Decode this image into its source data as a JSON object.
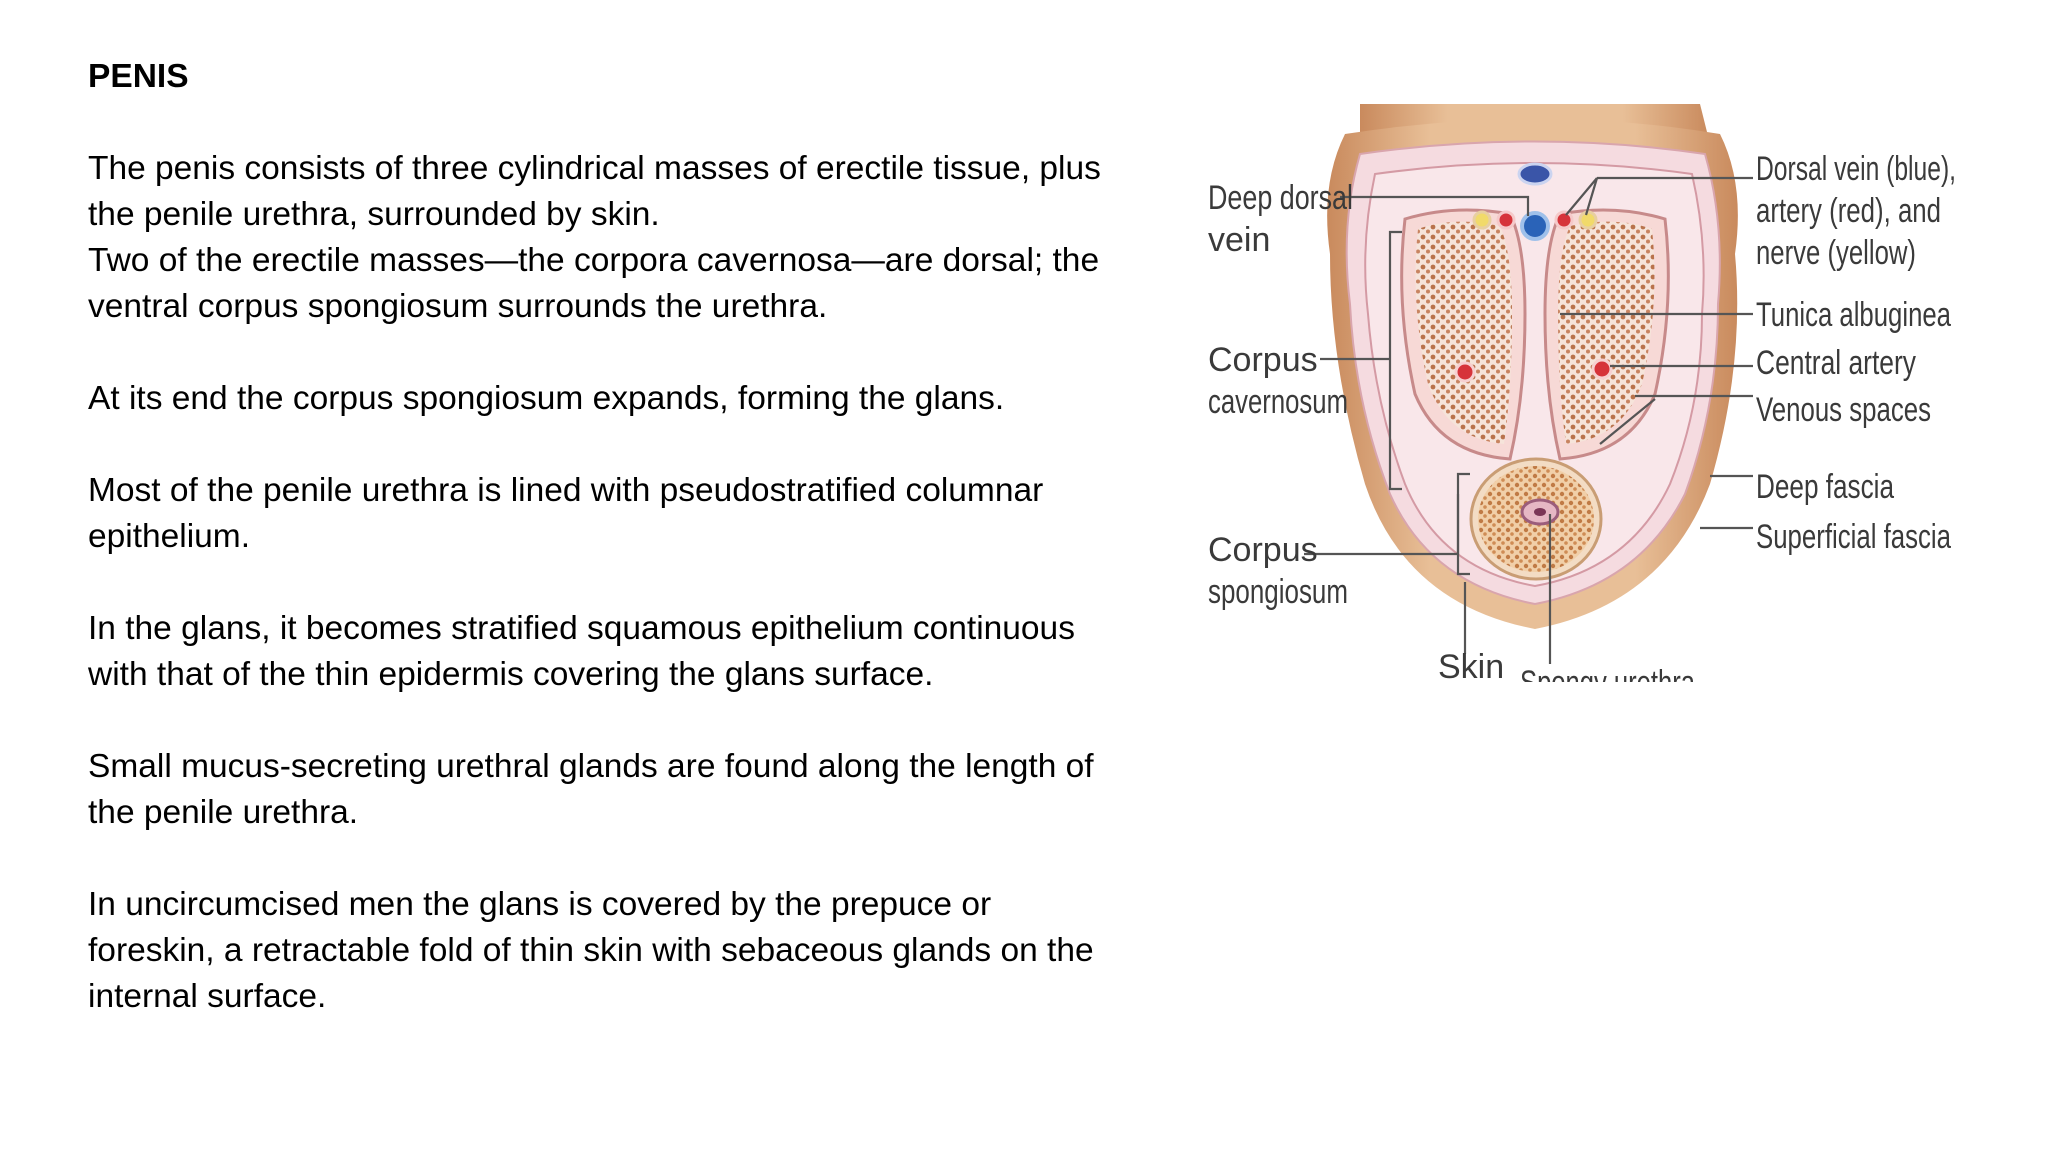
{
  "slide": {
    "title": "PENIS",
    "paragraphs": [
      [
        "The penis consists of three cylindrical masses of erectile tissue, plus the penile urethra, surrounded by skin.",
        "Two of the erectile masses—the corpora cavernosa—are dorsal; the ventral corpus spongiosum surrounds the urethra."
      ],
      [
        "At its end the corpus spongiosum expands, forming the glans."
      ],
      [
        "Most of the penile urethra is lined with pseudostratified columnar epithelium."
      ],
      [
        "In the glans, it becomes stratified squamous epithelium continuous with that of the thin epidermis covering the glans surface."
      ],
      [
        "Small mucus-secreting urethral glands are found along the length of the penile urethra."
      ],
      [
        "In uncircumcised men the glans is covered by the prepuce or foreskin, a retractable fold of thin skin with sebaceous glands on the internal surface."
      ]
    ]
  },
  "figure": {
    "labels": {
      "deep_dorsal_vein": [
        "Deep dorsal",
        "vein"
      ],
      "corpus_cavernosum": [
        "Corpus",
        "cavernosum"
      ],
      "corpus_spongiosum": [
        "Corpus",
        "spongiosum"
      ],
      "skin": "Skin",
      "spongy_urethra": "Spongy urethra",
      "dorsal_vessels": [
        "Dorsal vein (blue),",
        "artery (red), and",
        "nerve (yellow)"
      ],
      "tunica_albuginea": "Tunica albuginea",
      "central_artery": "Central artery",
      "venous_spaces": "Venous spaces",
      "deep_fascia": "Deep fascia",
      "superficial_fascia": "Superficial fascia"
    },
    "colors": {
      "skin": "#e6b48c",
      "fascia": "#f3d2d6",
      "erectile": "#c98a62",
      "vein": "#2a63b8",
      "artery": "#d6333a",
      "nerve": "#f1da6a"
    }
  }
}
